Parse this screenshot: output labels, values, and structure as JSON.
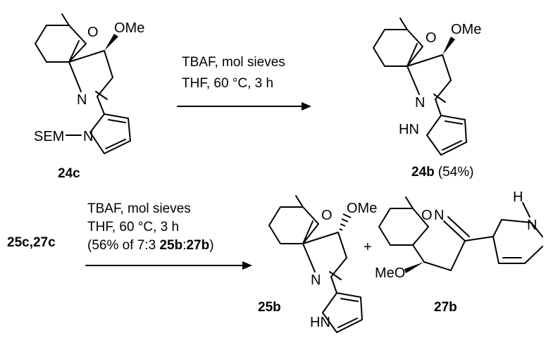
{
  "reaction1": {
    "reagents_line1": "TBAF, mol sieves",
    "reagents_line2": "THF, 60 °C, 3 h",
    "starting_material": "24c",
    "product": "24b",
    "product_yield": "(54%)"
  },
  "reaction2": {
    "starting_material": "25c,27c",
    "reagents_line1": "TBAF, mol sieves",
    "reagents_line2": "THF, 60 °C, 3 h",
    "reagents_line3_prefix": "(56% of 7:3 ",
    "reagents_line3_a": "25b",
    "reagents_line3_sep": ":",
    "reagents_line3_b": "27b",
    "reagents_line3_suffix": ")",
    "product_a": "25b",
    "plus": "+",
    "product_b": "27b"
  },
  "atoms": {
    "O": "O",
    "N": "N",
    "OMe": "OMe",
    "MeO": "MeO",
    "HN": "HN",
    "H": "H",
    "SEM": "SEM"
  }
}
